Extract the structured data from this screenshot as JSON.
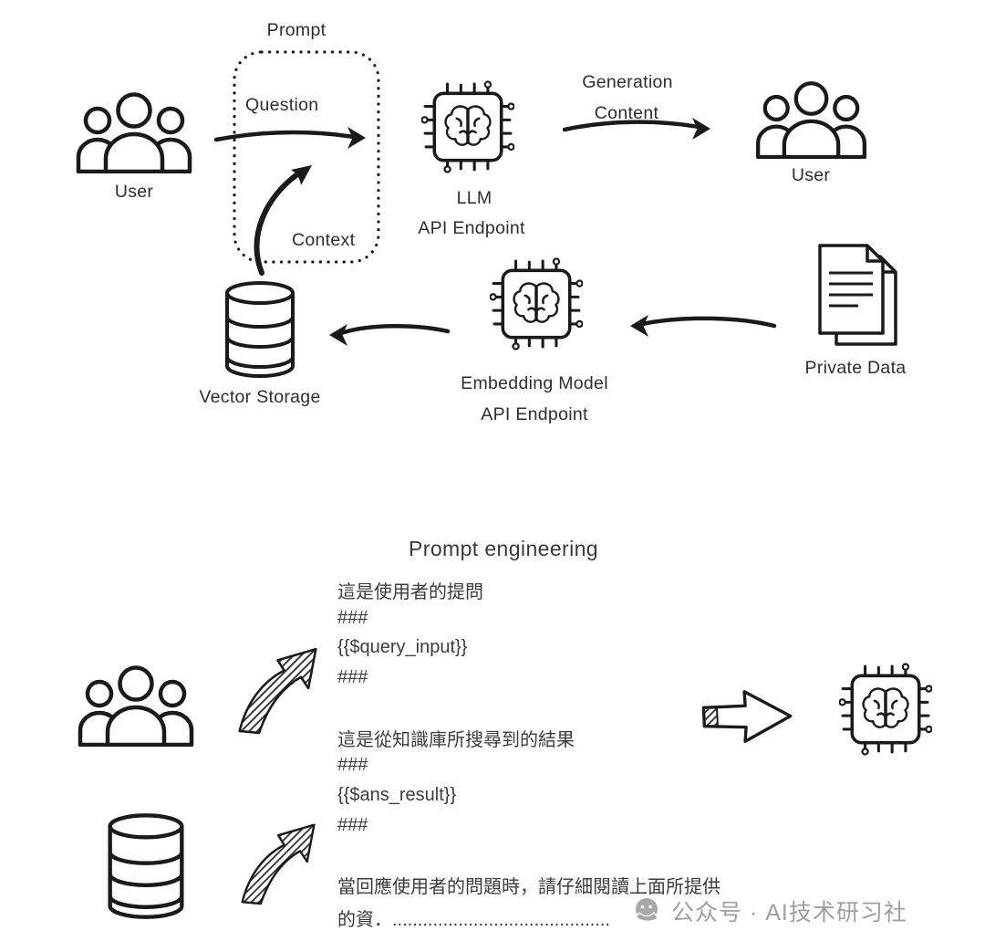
{
  "colors": {
    "ink": "#1a1a1a",
    "label_text": "#2e2e2e",
    "body_text": "#3c3c3c",
    "watermark_text": "#9f9f9f"
  },
  "top_diagram": {
    "prompt_box": {
      "title": "Prompt",
      "question_label": "Question",
      "context_label": "Context"
    },
    "user_left": {
      "label": "User",
      "icon": "people-group-icon"
    },
    "llm": {
      "label": "LLM",
      "sublabel": "API Endpoint",
      "icon": "ai-chip-brain-icon"
    },
    "generation_arrow": {
      "line1": "Generation",
      "line2": "Content"
    },
    "user_right": {
      "label": "User",
      "icon": "people-group-icon"
    },
    "private_data": {
      "label": "Private Data",
      "icon": "documents-icon"
    },
    "embedding": {
      "label": "Embedding Model",
      "sublabel": "API Endpoint",
      "icon": "ai-chip-brain-icon"
    },
    "vector_storage": {
      "label": "Vector Storage",
      "icon": "database-cylinder-icon"
    }
  },
  "prompt_engineering": {
    "title": "Prompt engineering",
    "lines": [
      "這是使用者的提問",
      "###",
      "{{$query_input}}",
      "###",
      "這是從知識庫所搜尋到的結果",
      "###",
      "{{$ans_result}}",
      "###",
      "當回應使用者的問題時，請仔細閱讀上面所提供",
      "的資．..........................................."
    ]
  },
  "watermark": {
    "text": "公众号 · AI技术研习社",
    "icon": "wechat-official-account-icon"
  }
}
